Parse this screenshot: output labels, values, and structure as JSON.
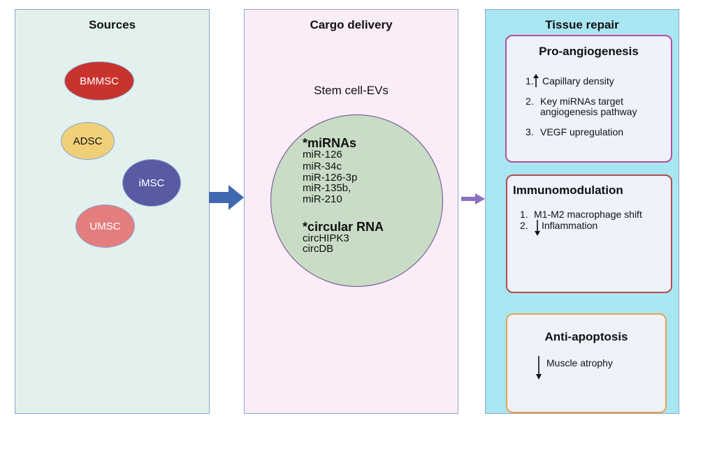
{
  "sources": {
    "title": "Sources",
    "cells": [
      "BMMSC",
      "ADSC",
      "iMSC",
      "UMSC"
    ]
  },
  "cargo": {
    "title": "Cargo delivery",
    "ev_label": "Stem cell-EVs",
    "mirna_heading": "*miRNAs",
    "mirnas": [
      "miR-126",
      "miR-34c",
      "miR-126-3p",
      "miR-135b,",
      "miR-210"
    ],
    "circ_heading": "*circular RNA",
    "circrnas": [
      "circHIPK3",
      "circDB"
    ]
  },
  "tissue": {
    "title": "Tissue repair",
    "angiogenesis": {
      "title": "Pro-angiogenesis",
      "items": [
        {
          "num": "1.",
          "text": "Capillary density",
          "arrow": "up"
        },
        {
          "num": "2.",
          "text": "Key miRNAs target",
          "text2": "angiogenesis pathway"
        },
        {
          "num": "3.",
          "text": "VEGF upregulation"
        }
      ]
    },
    "immuno": {
      "title": "Immunomodulation",
      "items": [
        {
          "num": "1.",
          "text": "M1-M2 macrophage shift"
        },
        {
          "num": "2.",
          "text": "Inflammation",
          "arrow": "down"
        }
      ]
    },
    "apoptosis": {
      "title": "Anti-apoptosis",
      "items": [
        {
          "text": "Muscle atrophy",
          "arrow": "down"
        }
      ]
    }
  },
  "colors": {
    "sources_bg": "#e2f1ee",
    "cargo_bg": "#fbedf8",
    "tissue_bg": "#a8e7f2",
    "arrow_main": "#3f68b0",
    "arrow_secondary": "#8a6fc0"
  }
}
